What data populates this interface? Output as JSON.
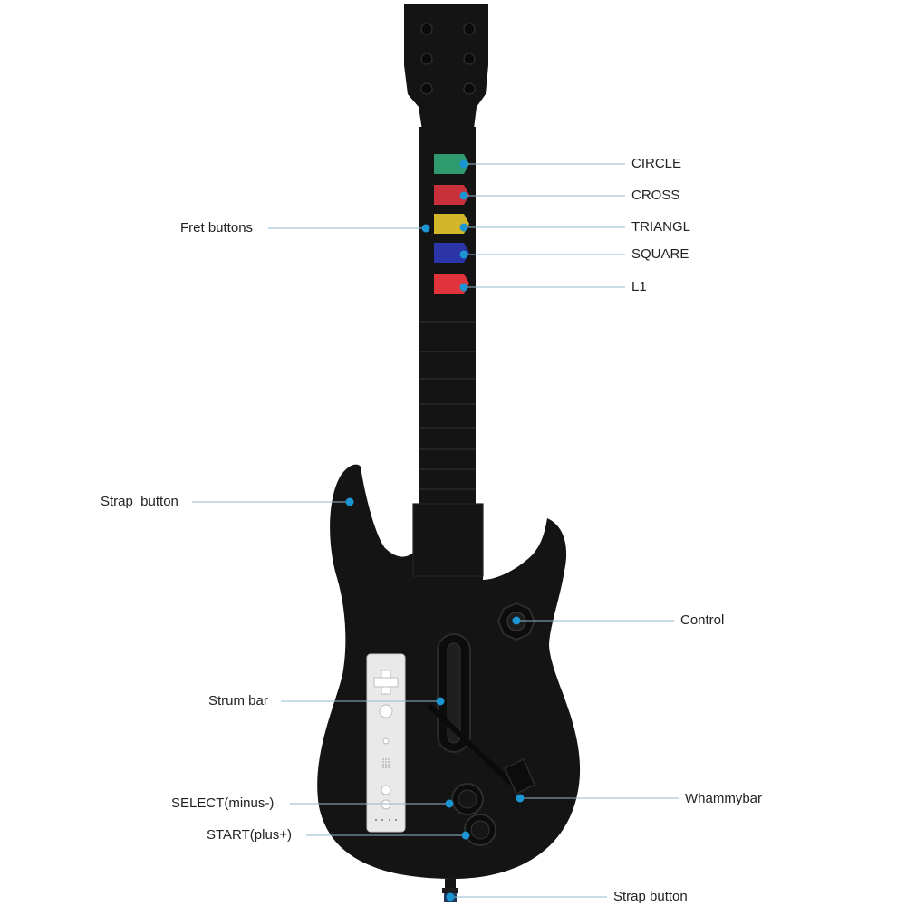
{
  "colors": {
    "body": "#141414",
    "leader": "#8fb9cc",
    "dot": "#1b96d2",
    "fret_green": "#2e9a6e",
    "fret_red": "#c8303a",
    "fret_yellow": "#d3b52a",
    "fret_blue": "#2c35a8",
    "fret_red2": "#e0333b",
    "remote": "#e9e9e9"
  },
  "labels": {
    "circle": "CIRCLE",
    "cross": "CROSS",
    "triangle": "TRIANGL",
    "square": "SQUARE",
    "l1": "L1",
    "fret_buttons": "Fret buttons",
    "strap_button_top": "Strap  button",
    "control": "Control",
    "strum_bar": "Strum bar",
    "whammy_bar": "Whammybar",
    "select": "SELECT(minus-)",
    "start": "START(plus+)",
    "strap_button_bottom": "Strap button"
  }
}
